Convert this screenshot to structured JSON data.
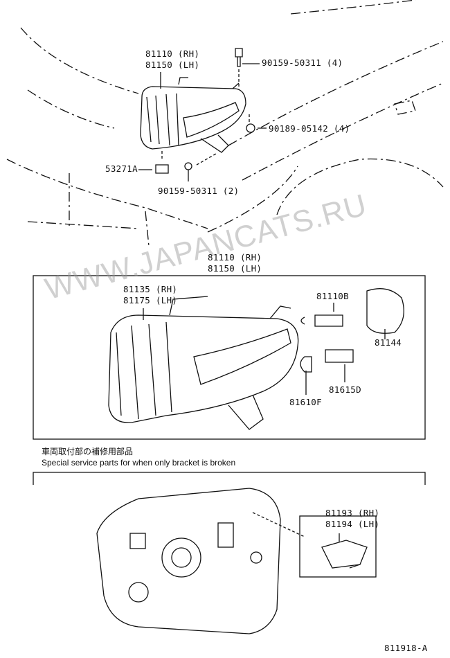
{
  "top_assembly": {
    "part_rh": "81110 (RH)",
    "part_lh": "81150 (LH)",
    "bolt_top": "90159-50311 (4)",
    "nut": "90189-05142 (4)",
    "clip": "53271A",
    "bolt_bottom": "90159-50311 (2)"
  },
  "detail_box": {
    "assembly_rh": "81110 (RH)",
    "assembly_lh": "81150 (LH)",
    "lens_rh": "81135 (RH)",
    "lens_lh": "81175 (LH)",
    "bulb": "81110B",
    "cap": "81144",
    "socket": "81615D",
    "small_bulb": "81610F"
  },
  "service_note": {
    "japanese": "車両取付部の補修用部品",
    "english": "Special service parts for when only bracket is broken"
  },
  "bracket": {
    "part_rh": "81193 (RH)",
    "part_lh": "81194 (LH)"
  },
  "diagram_id": "811918-A",
  "watermark": "WWW.JAPANCATS.RU"
}
